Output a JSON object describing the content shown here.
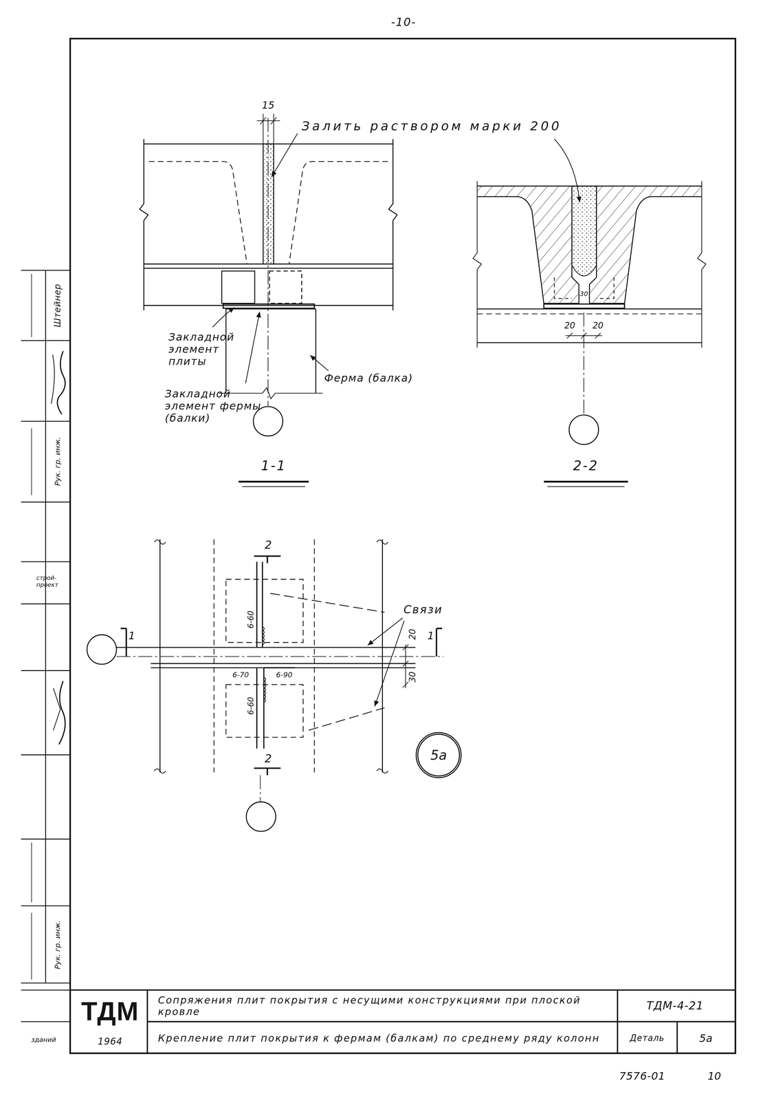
{
  "diagram": {
    "nodes": [
      {
        "text": [
          "5а"
        ]
      }
    ],
    "labels": [
      "-10-",
      "15",
      "Залить раствором марки 200",
      "Закладной элемент плиты",
      "Закладной элемент фермы (балки)",
      "Ферма (балка)",
      "1-1",
      "30",
      "20",
      "20",
      "2-2",
      "2",
      "Связи",
      "1",
      "1",
      "20",
      "30",
      "6-60",
      "6-70",
      "6-60",
      "6-90",
      "2",
      "ТДМ",
      "1964",
      "Сопряжения плит покрытия с несущими конструкциями при плоской кровле",
      "Крепление плит покрытия к фермам (балкам) по среднему ряду колонн",
      "ТДМ-4-21",
      "Деталь",
      "5а",
      "7576-01",
      "10",
      "Штейнер",
      "Рук. гр. инж.",
      "строй-проект",
      "Рук. гр. инж.",
      "зданий"
    ]
  }
}
